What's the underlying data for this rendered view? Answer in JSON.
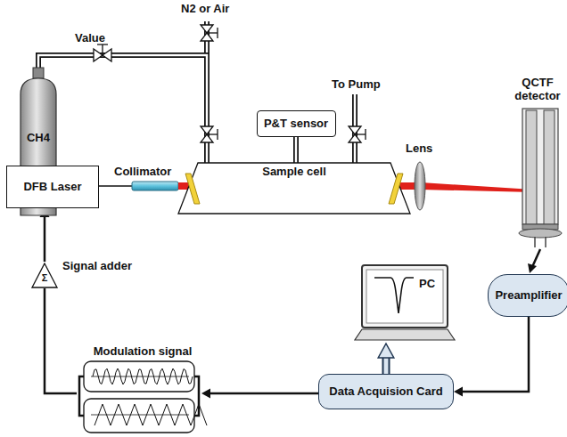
{
  "diagram": {
    "nodes": [
      {
        "text": [
          "CH4"
        ]
      },
      {
        "text": [
          "P&T sensor"
        ]
      },
      {
        "text": [
          "Sample cell"
        ]
      },
      {
        "text": [
          "DFB Laser"
        ]
      },
      {
        "text": [
          "Σ",
          "Signal adder"
        ]
      },
      {
        "text": [
          "Modulation signal"
        ]
      },
      {
        "text": [
          "PC"
        ]
      },
      {
        "text": [
          "Data Acquision Card"
        ]
      },
      {
        "text": [
          "Preamplifier"
        ]
      }
    ],
    "edges": [
      {
        "from": 0,
        "to": 2,
        "arrow": "none"
      },
      {
        "from": 1,
        "to": 2,
        "arrow": "none"
      },
      {
        "from": 8,
        "to": 7,
        "arrow": "to"
      },
      {
        "from": 7,
        "to": 6,
        "arrow": "to"
      },
      {
        "from": 7,
        "to": 5,
        "arrow": "to"
      },
      {
        "from": 5,
        "to": 4,
        "arrow": "none"
      },
      {
        "from": 4,
        "to": 3,
        "arrow": "to"
      }
    ],
    "labels": [
      "N2 or Air",
      "Value",
      "To Pump",
      "Collimator",
      "Lens",
      "QCTF detector"
    ]
  }
}
